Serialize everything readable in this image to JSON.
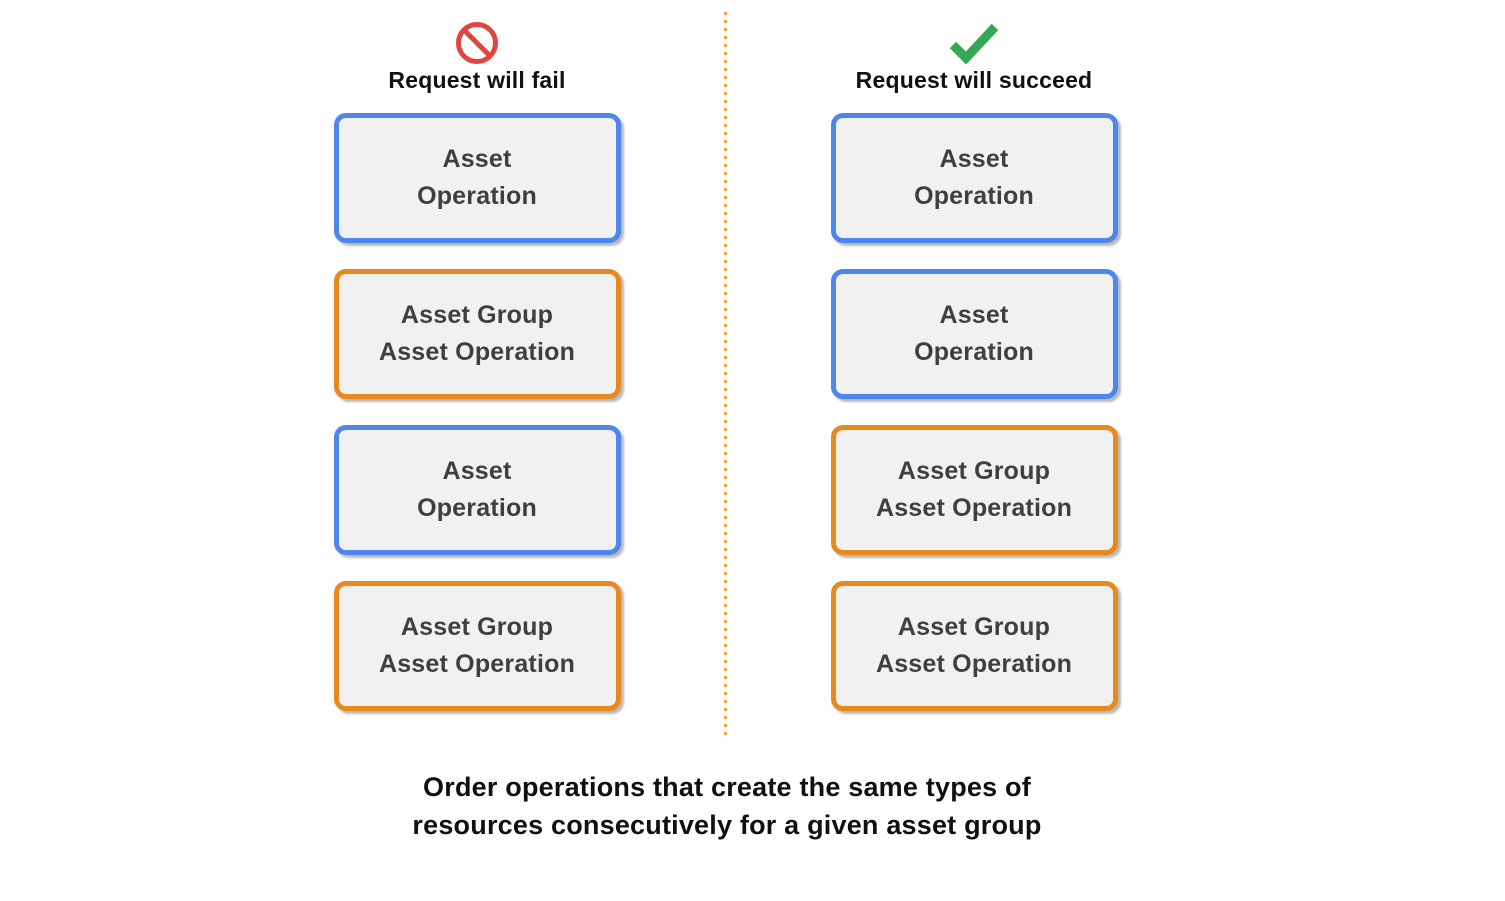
{
  "colors": {
    "asset_operation_border": "#4E87EC",
    "asset_group_border": "#E8891F",
    "box_background": "#F1F1F2",
    "box_text": "#3C4043",
    "heading_text": "#101010",
    "fail_icon": "#E04540",
    "success_icon": "#34A853",
    "divider": "#EBA24A"
  },
  "fail_column": {
    "title": "Request will fail",
    "icon": "prohibition-icon",
    "boxes": [
      {
        "kind": "asset-operation",
        "label": "Asset\nOperation"
      },
      {
        "kind": "asset-group-asset-operation",
        "label": "Asset Group\nAsset Operation"
      },
      {
        "kind": "asset-operation",
        "label": "Asset\nOperation"
      },
      {
        "kind": "asset-group-asset-operation",
        "label": "Asset Group\nAsset Operation"
      }
    ]
  },
  "success_column": {
    "title": "Request will succeed",
    "icon": "checkmark-icon",
    "boxes": [
      {
        "kind": "asset-operation",
        "label": "Asset\nOperation"
      },
      {
        "kind": "asset-operation",
        "label": "Asset\nOperation"
      },
      {
        "kind": "asset-group-asset-operation",
        "label": "Asset Group\nAsset Operation"
      },
      {
        "kind": "asset-group-asset-operation",
        "label": "Asset Group\nAsset Operation"
      }
    ]
  },
  "caption": "Order operations that create the same types of\nresources consecutively for a given asset group"
}
